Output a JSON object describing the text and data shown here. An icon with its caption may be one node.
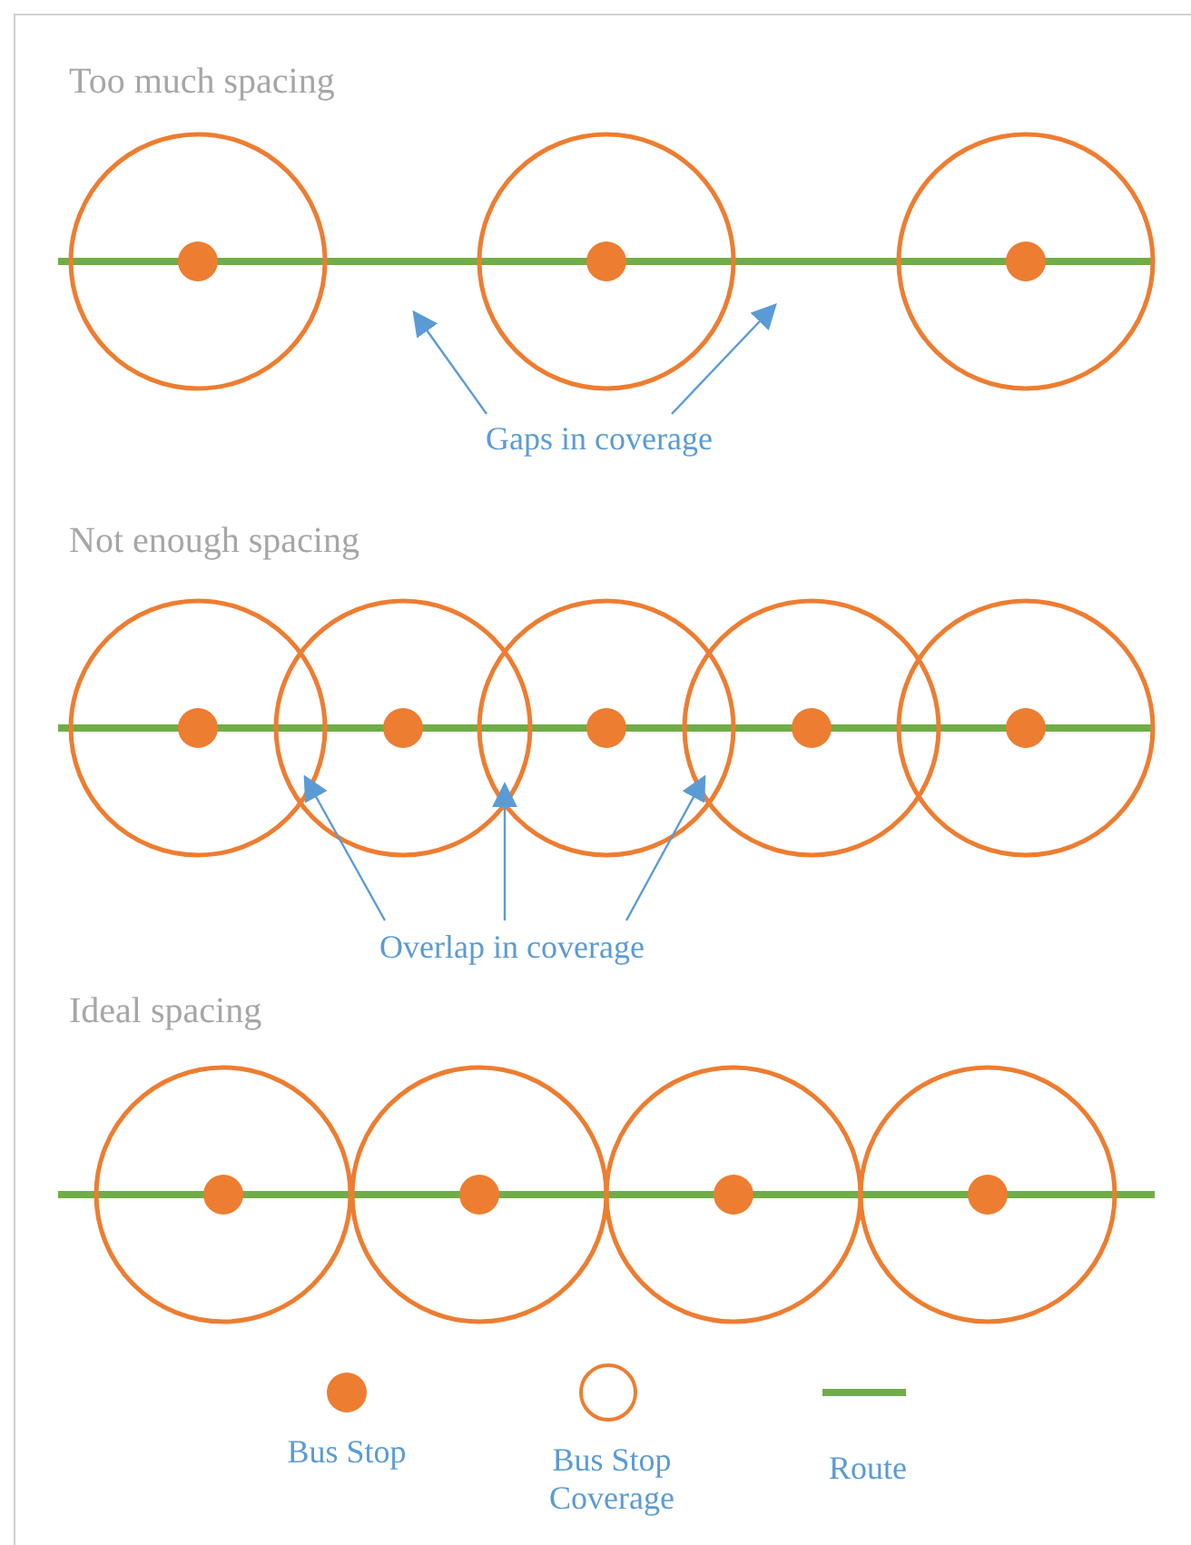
{
  "diagram": {
    "nodes": [
      {
        "text": [
          "Gaps in coverage"
        ]
      },
      {
        "text": [
          "Overlap in coverage"
        ]
      }
    ],
    "edges": [
      {
        "from": 0,
        "to": null,
        "arrow": "to"
      },
      {
        "from": 0,
        "to": null,
        "arrow": "to"
      },
      {
        "from": 1,
        "to": null,
        "arrow": "to"
      },
      {
        "from": 1,
        "to": null,
        "arrow": "to"
      },
      {
        "from": 1,
        "to": null,
        "arrow": "to"
      }
    ],
    "labels": [
      "Too much spacing",
      "Not enough spacing",
      "Ideal spacing"
    ],
    "legend": [
      {
        "text": "Bus Stop",
        "color": "#ed7d31"
      },
      {
        "text": "Bus Stop Coverage"
      },
      {
        "text": "Route"
      }
    ]
  }
}
